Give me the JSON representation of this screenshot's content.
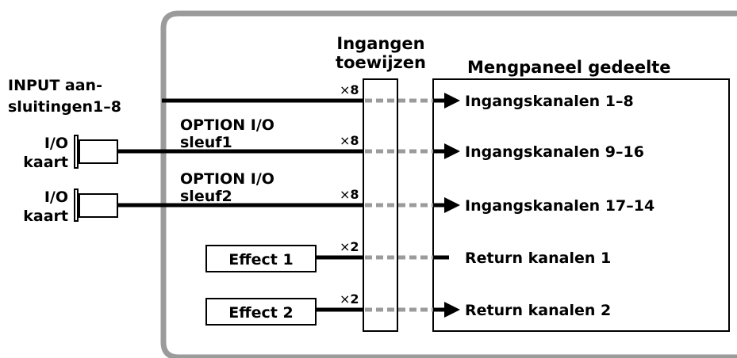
{
  "assign_label": [
    "Ingangen",
    "toewijzen"
  ],
  "mixer_title": "Mengpaneel gedeelte",
  "input_label": [
    "INPUT aan-",
    "sluitingen1–8"
  ],
  "io_card_label": [
    "I/O",
    "kaart"
  ],
  "slot1_label": [
    "OPTION I/O",
    "sleuf1"
  ],
  "slot2_label": [
    "OPTION I/O",
    "sleuf2"
  ],
  "effect1_label": "Effect 1",
  "effect2_label": "Effect 2",
  "channels": [
    {
      "label": "Ingangskanalen 1–8",
      "mult_sign": "×",
      "mult_num": "8",
      "arrow": true
    },
    {
      "label": "Ingangskanalen  9–16",
      "mult_sign": "×",
      "mult_num": "8",
      "arrow": true
    },
    {
      "label": "Ingangskanalen  17–14",
      "mult_sign": "×",
      "mult_num": "8",
      "arrow": true
    },
    {
      "label": "Return kanalen  1",
      "mult_sign": "×",
      "mult_num": "2",
      "arrow": false
    },
    {
      "label": "Return kanalen  2",
      "mult_sign": "×",
      "mult_num": "2",
      "arrow": true
    }
  ],
  "colors": {
    "frame": "#9b9b9b",
    "line": "#000000",
    "dash": "#9b9b9b"
  }
}
